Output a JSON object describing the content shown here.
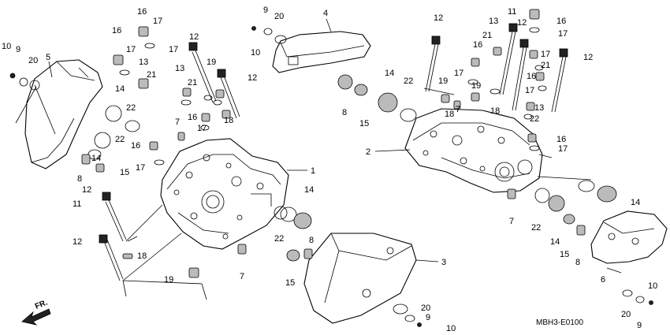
{
  "diagram": {
    "drawing_code": "MBH3-E0100",
    "direction_label": "FR.",
    "callouts": [
      {
        "id": "c1",
        "text": "1"
      },
      {
        "id": "c2",
        "text": "2"
      },
      {
        "id": "c3",
        "text": "3"
      },
      {
        "id": "c4",
        "text": "4"
      },
      {
        "id": "c5",
        "text": "5"
      },
      {
        "id": "c6",
        "text": "6"
      },
      {
        "id": "c7a",
        "text": "7"
      },
      {
        "id": "c7b",
        "text": "7"
      },
      {
        "id": "c7c",
        "text": "7"
      },
      {
        "id": "c7d",
        "text": "7"
      },
      {
        "id": "c8a",
        "text": "8"
      },
      {
        "id": "c8b",
        "text": "8"
      },
      {
        "id": "c8c",
        "text": "8"
      },
      {
        "id": "c8d",
        "text": "8"
      },
      {
        "id": "c9a",
        "text": "9"
      },
      {
        "id": "c9b",
        "text": "9"
      },
      {
        "id": "c9c",
        "text": "9"
      },
      {
        "id": "c9d",
        "text": "9"
      },
      {
        "id": "c10a",
        "text": "10"
      },
      {
        "id": "c10b",
        "text": "10"
      },
      {
        "id": "c10c",
        "text": "10"
      },
      {
        "id": "c10d",
        "text": "10"
      },
      {
        "id": "c11a",
        "text": "11"
      },
      {
        "id": "c11b",
        "text": "11"
      },
      {
        "id": "c12a",
        "text": "12"
      },
      {
        "id": "c12b",
        "text": "12"
      },
      {
        "id": "c12c",
        "text": "12"
      },
      {
        "id": "c12d",
        "text": "12"
      },
      {
        "id": "c12e",
        "text": "12"
      },
      {
        "id": "c12f",
        "text": "12"
      },
      {
        "id": "c12g",
        "text": "12"
      },
      {
        "id": "c13a",
        "text": "13"
      },
      {
        "id": "c13b",
        "text": "13"
      },
      {
        "id": "c13c",
        "text": "13"
      },
      {
        "id": "c13d",
        "text": "13"
      },
      {
        "id": "c14a",
        "text": "14"
      },
      {
        "id": "c14b",
        "text": "14"
      },
      {
        "id": "c14c",
        "text": "14"
      },
      {
        "id": "c14d",
        "text": "14"
      },
      {
        "id": "c14e",
        "text": "14"
      },
      {
        "id": "c14f",
        "text": "14"
      },
      {
        "id": "c15a",
        "text": "15"
      },
      {
        "id": "c15b",
        "text": "15"
      },
      {
        "id": "c15c",
        "text": "15"
      },
      {
        "id": "c15d",
        "text": "15"
      },
      {
        "id": "c16a",
        "text": "16"
      },
      {
        "id": "c16b",
        "text": "16"
      },
      {
        "id": "c16c",
        "text": "16"
      },
      {
        "id": "c16d",
        "text": "16"
      },
      {
        "id": "c16e",
        "text": "16"
      },
      {
        "id": "c16f",
        "text": "16"
      },
      {
        "id": "c16g",
        "text": "16"
      },
      {
        "id": "c16h",
        "text": "16"
      },
      {
        "id": "c17a",
        "text": "17"
      },
      {
        "id": "c17b",
        "text": "17"
      },
      {
        "id": "c17c",
        "text": "17"
      },
      {
        "id": "c17d",
        "text": "17"
      },
      {
        "id": "c17e",
        "text": "17"
      },
      {
        "id": "c17f",
        "text": "17"
      },
      {
        "id": "c17g",
        "text": "17"
      },
      {
        "id": "c17h",
        "text": "17"
      },
      {
        "id": "c17i",
        "text": "17"
      },
      {
        "id": "c17j",
        "text": "17"
      },
      {
        "id": "c18a",
        "text": "18"
      },
      {
        "id": "c18b",
        "text": "18"
      },
      {
        "id": "c18c",
        "text": "18"
      },
      {
        "id": "c18d",
        "text": "18"
      },
      {
        "id": "c19a",
        "text": "19"
      },
      {
        "id": "c19b",
        "text": "19"
      },
      {
        "id": "c19c",
        "text": "19"
      },
      {
        "id": "c19d",
        "text": "19"
      },
      {
        "id": "c20a",
        "text": "20"
      },
      {
        "id": "c20b",
        "text": "20"
      },
      {
        "id": "c20c",
        "text": "20"
      },
      {
        "id": "c20d",
        "text": "20"
      },
      {
        "id": "c21a",
        "text": "21"
      },
      {
        "id": "c21b",
        "text": "21"
      },
      {
        "id": "c21c",
        "text": "21"
      },
      {
        "id": "c21d",
        "text": "21"
      },
      {
        "id": "c22a",
        "text": "22"
      },
      {
        "id": "c22b",
        "text": "22"
      },
      {
        "id": "c22c",
        "text": "22"
      },
      {
        "id": "c22d",
        "text": "22"
      },
      {
        "id": "c22e",
        "text": "22"
      },
      {
        "id": "c22f",
        "text": "22"
      }
    ]
  }
}
